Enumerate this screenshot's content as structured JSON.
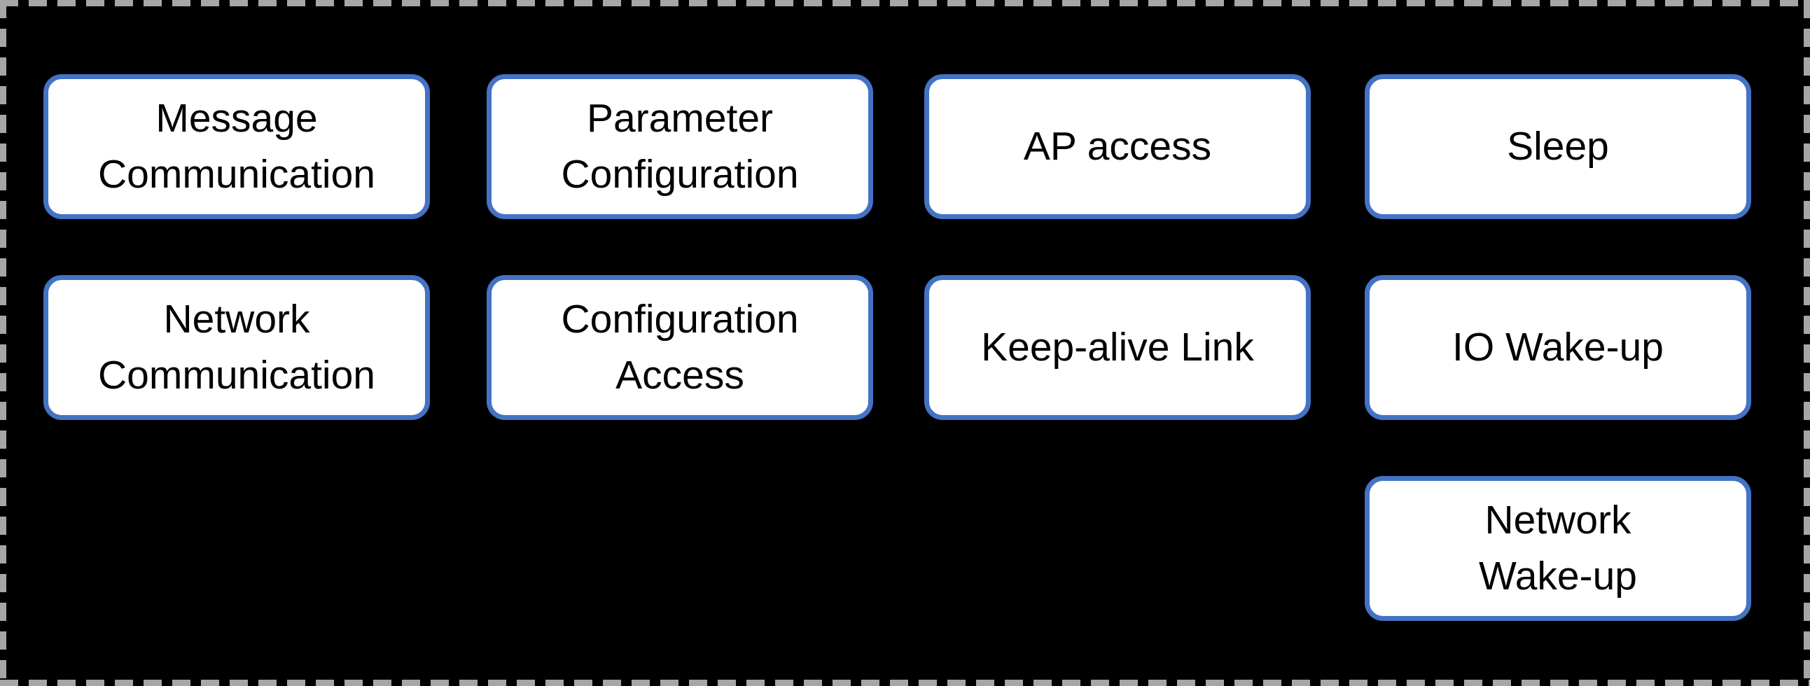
{
  "canvas": {
    "background_color": "#000000",
    "frame_dash_color": "#a6a6a6",
    "node_fill_color": "#ffffff",
    "node_border_color": "#4472c4",
    "node_text_color": "#000000"
  },
  "boxes": [
    {
      "id": "message-communication",
      "label": "Message\nCommunication",
      "row": 1,
      "col": 1
    },
    {
      "id": "parameter-configuration",
      "label": "Parameter\nConfiguration",
      "row": 1,
      "col": 2
    },
    {
      "id": "ap-access",
      "label": "AP access",
      "row": 1,
      "col": 3
    },
    {
      "id": "sleep",
      "label": "Sleep",
      "row": 1,
      "col": 4
    },
    {
      "id": "network-communication",
      "label": "Network\nCommunication",
      "row": 2,
      "col": 1
    },
    {
      "id": "configuration-access",
      "label": "Configuration\nAccess",
      "row": 2,
      "col": 2
    },
    {
      "id": "keep-alive-link",
      "label": "Keep-alive Link",
      "row": 2,
      "col": 3
    },
    {
      "id": "io-wake-up",
      "label": "IO Wake-up",
      "row": 2,
      "col": 4
    },
    {
      "id": "network-wake-up",
      "label": "Network\nWake-up",
      "row": 3,
      "col": 4
    }
  ]
}
